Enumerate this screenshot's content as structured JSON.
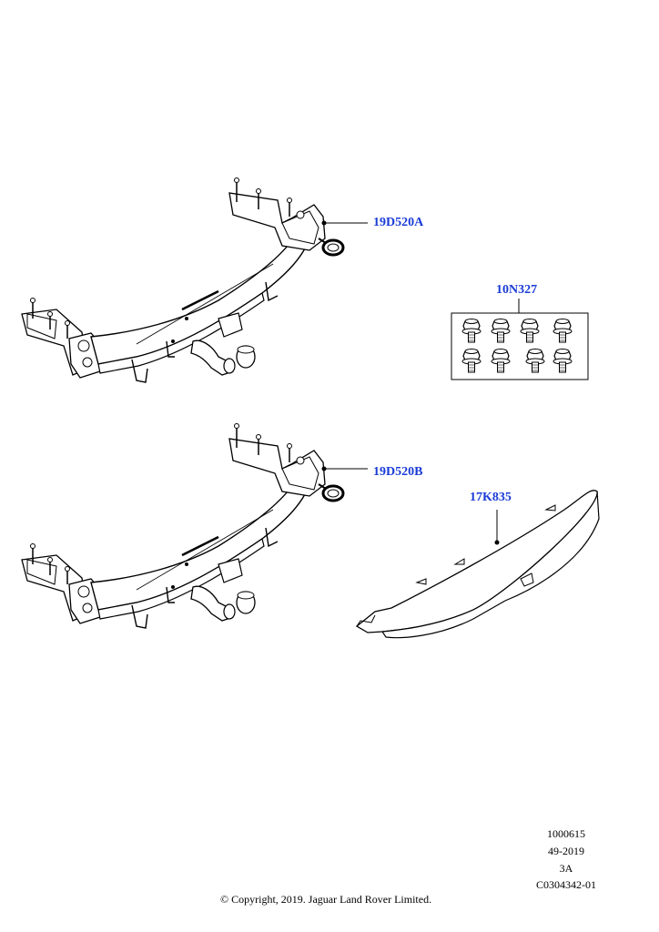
{
  "parts": {
    "upper_tow_bar": {
      "code": "19D520A"
    },
    "bolt_kit": {
      "code": "10N327"
    },
    "lower_tow_bar": {
      "code": "19D520B"
    },
    "bumper_trim": {
      "code": "17K835"
    }
  },
  "meta": {
    "illustration_id": "1000615",
    "date_code": "49-2019",
    "revision": "3A",
    "drawing_number": "C0304342-01"
  },
  "copyright": "© Copyright, 2019. Jaguar Land Rover Limited."
}
